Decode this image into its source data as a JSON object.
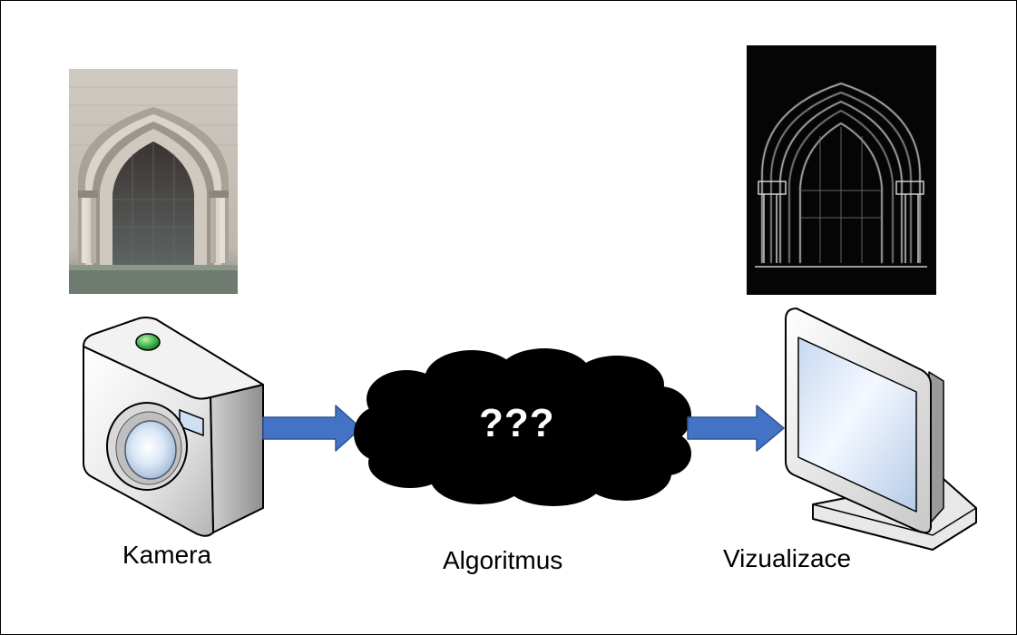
{
  "labels": {
    "camera": "Kamera",
    "algorithm": "Algoritmus",
    "visualization": "Vizualizace",
    "cloud_text": "???"
  },
  "colors": {
    "arrow": "#4472c4",
    "arrow_edge": "#2e5597",
    "cloud": "#000000",
    "led": "#3cb34a"
  },
  "icons": [
    "photo-gothic-portal",
    "photo-edge-detection",
    "camera-icon",
    "cloud-shape",
    "monitor-icon",
    "arrow-right"
  ]
}
